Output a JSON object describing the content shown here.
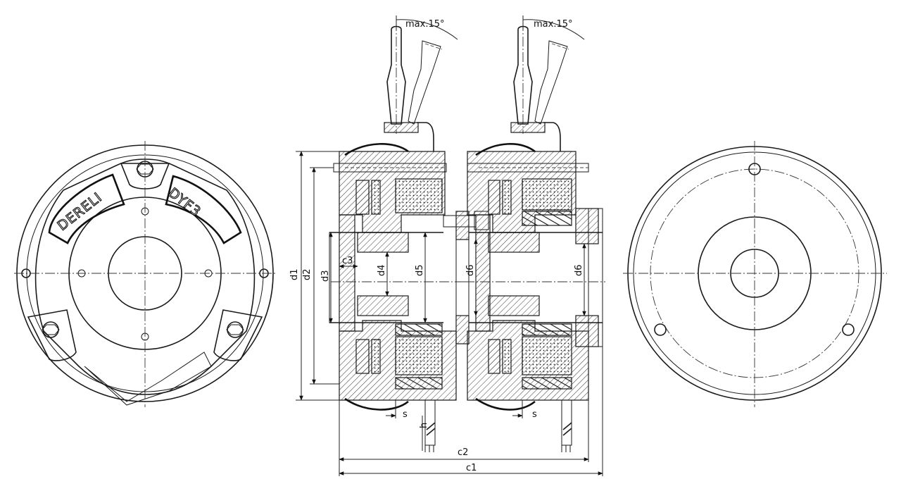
{
  "labels": {
    "angle_left": "max.15°",
    "angle_right": "max.15°",
    "d1": "d1",
    "d2": "d2",
    "d3": "d3",
    "d4": "d4",
    "d5": "d5",
    "d6a": "d6",
    "d6b": "d6",
    "c1": "c1",
    "c2": "c2",
    "c3": "c3",
    "s1": "s",
    "s2": "s",
    "h": "h"
  },
  "logo": {
    "brand": "DERELI",
    "model": "DYF3"
  }
}
